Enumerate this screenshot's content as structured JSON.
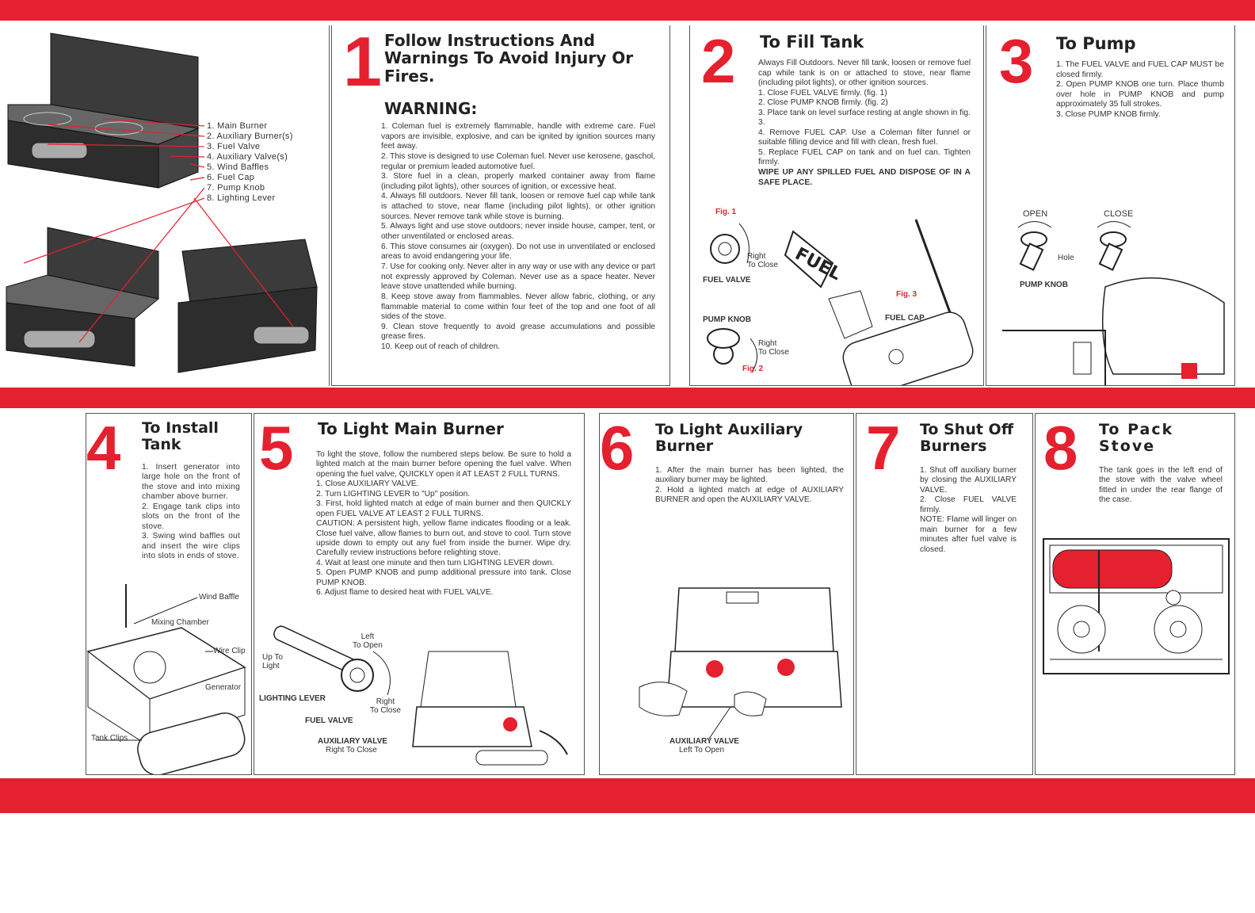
{
  "colors": {
    "accent": "#e5202f",
    "ink": "#222222"
  },
  "parts_panel": {
    "legend": [
      "1. Main Burner",
      "2. Auxiliary Burner(s)",
      "3. Fuel Valve",
      "4. Auxiliary Valve(s)",
      "5. Wind Baffles",
      "6. Fuel Cap",
      "7. Pump Knob",
      "8. Lighting Lever"
    ]
  },
  "step1": {
    "number": "1",
    "title": "Follow Instructions And Warnings To Avoid Injury Or Fires.",
    "warning_heading": "WARNING:",
    "items": [
      "1. Coleman fuel is extremely flammable, handle with extreme care. Fuel vapors are invisible, explosive, and can be ignited by ignition sources many feet away.",
      "2. This stove is designed to use Coleman fuel. Never use kerosene, gaschol, regular or premium leaded automotive fuel.",
      "3. Store fuel in a clean, properly marked container away from flame (including pilot lights), other sources of ignition, or excessive heat.",
      "4. Always fill outdoors. Never fill tank, loosen or remove fuel cap while tank is attached to stove, near flame (including pilot lights), or other ignition sources. Never remove tank while stove is burning.",
      "5. Always light and use stove outdoors; never inside house, camper, tent, or other unventilated or enclosed areas.",
      "6. This stove consumes air (oxygen). Do not use in unventilated or enclosed areas to avoid endangering your life.",
      "7. Use for cooking only. Never alter in any way or use with any device or part not expressly approved by Coleman. Never use as a space heater. Never leave stove unattended while burning.",
      "8. Keep stove away from flammables. Never allow fabric, clothing, or any flammable material to come within four feet of the top and one foot of all sides of the stove.",
      "9. Clean stove frequently to avoid grease accumulations and possible grease fires.",
      "10. Keep out of reach of children."
    ]
  },
  "step2": {
    "number": "2",
    "title": "To Fill Tank",
    "intro": "Always Fill Outdoors. Never fill tank, loosen or remove fuel cap while tank is on or attached to stove, near flame (including pilot lights), or other ignition sources.",
    "items": [
      "1. Close FUEL VALVE firmly. (fig. 1)",
      "2. Close PUMP KNOB firmly. (fig. 2)",
      "3. Place tank on level surface resting at angle shown in fig. 3.",
      "4. Remove FUEL CAP. Use a Coleman filter funnel or suitable filling device and fill with clean, fresh fuel.",
      "5. Replace FUEL CAP on tank and on fuel can. Tighten firmly."
    ],
    "closing": "WIPE UP ANY SPILLED FUEL AND DISPOSE OF IN A SAFE PLACE.",
    "fig1": "Fig. 1",
    "fig2": "Fig. 2",
    "fig3": "Fig. 3",
    "fuel_valve": "FUEL VALVE",
    "pump_knob": "PUMP KNOB",
    "fuel_cap": "FUEL CAP",
    "right_to_close_1": "Right\nTo Close",
    "right_to_close_2": "Right\nTo Close",
    "fuel_word": "FUEL"
  },
  "step3": {
    "number": "3",
    "title": "To Pump",
    "items": [
      "1. The FUEL VALVE and FUEL CAP MUST be closed firmly.",
      "2. Open PUMP KNOB one turn. Place thumb over hole in PUMP KNOB and pump approximately 35 full strokes.",
      "3. Close PUMP KNOB firmly."
    ],
    "open": "OPEN",
    "close": "CLOSE",
    "hole": "Hole",
    "pump_knob": "PUMP KNOB"
  },
  "step4": {
    "number": "4",
    "title": "To Install Tank",
    "items": [
      "1. Insert generator into large hole on the front of the stove and into mixing chamber above burner.",
      "2. Engage tank clips into slots on the front of the stove.",
      "3. Swing wind baffles out and insert the wire clips into slots in ends of stove."
    ],
    "labels": {
      "wind_baffle": "Wind Baffle",
      "mixing_chamber": "Mixing Chamber",
      "wire_clip": "Wire Clip",
      "generator": "Generator",
      "tank_clips": "Tank Clips"
    }
  },
  "step5": {
    "number": "5",
    "title": "To Light Main Burner",
    "intro": "To light the stove, follow the numbered steps below. Be sure to hold a lighted match at the main burner before opening the fuel valve. When opening the fuel valve, QUICKLY open it AT LEAST 2 FULL TURNS.",
    "items": [
      "1. Close AUXILIARY VALVE.",
      "2. Turn LIGHTING LEVER to \"Up\" position.",
      "3. First, hold lighted match at edge of main burner and then QUICKLY open FUEL VALVE AT LEAST 2 FULL TURNS.",
      "CAUTION: A persistent high, yellow flame indicates flooding or a leak. Close fuel valve, allow flames to burn out, and stove to cool. Turn stove upside down to empty out any fuel from inside the burner. Wipe dry. Carefully review instructions before relighting stove.",
      "4. Wait at least one minute and then turn LIGHTING LEVER down.",
      "5. Open PUMP KNOB and pump additional pressure into tank. Close PUMP KNOB.",
      "6. Adjust flame to desired heat with FUEL VALVE."
    ],
    "labels": {
      "left_to_open": "Left\nTo Open",
      "up_to_light": "Up To\nLight",
      "lighting_lever": "LIGHTING LEVER",
      "right_to_close": "Right\nTo Close",
      "fuel_valve": "FUEL VALVE",
      "aux_valve": "AUXILIARY VALVE",
      "aux_right": "Right To Close"
    }
  },
  "step6": {
    "number": "6",
    "title": "To Light Auxiliary Burner",
    "items": [
      "1. After the main burner has been lighted, the auxiliary burner may be lighted.",
      "2. Hold a lighted match at edge of AUXILIARY BURNER and open the AUXILIARY VALVE."
    ],
    "aux_valve": "AUXILIARY VALVE",
    "left_to_open": "Left To Open"
  },
  "step7": {
    "number": "7",
    "title": "To Shut Off Burners",
    "items": [
      "1. Shut off auxiliary burner by closing the AUXILIARY VALVE.",
      "2. Close FUEL VALVE firmly.",
      "NOTE: Flame will linger on main burner for a few minutes after fuel valve is closed."
    ]
  },
  "step8": {
    "number": "8",
    "title": "To Pack Stove",
    "text": "The tank goes in the left end of the stove with the valve wheel fitted in under the rear flange of the case."
  }
}
